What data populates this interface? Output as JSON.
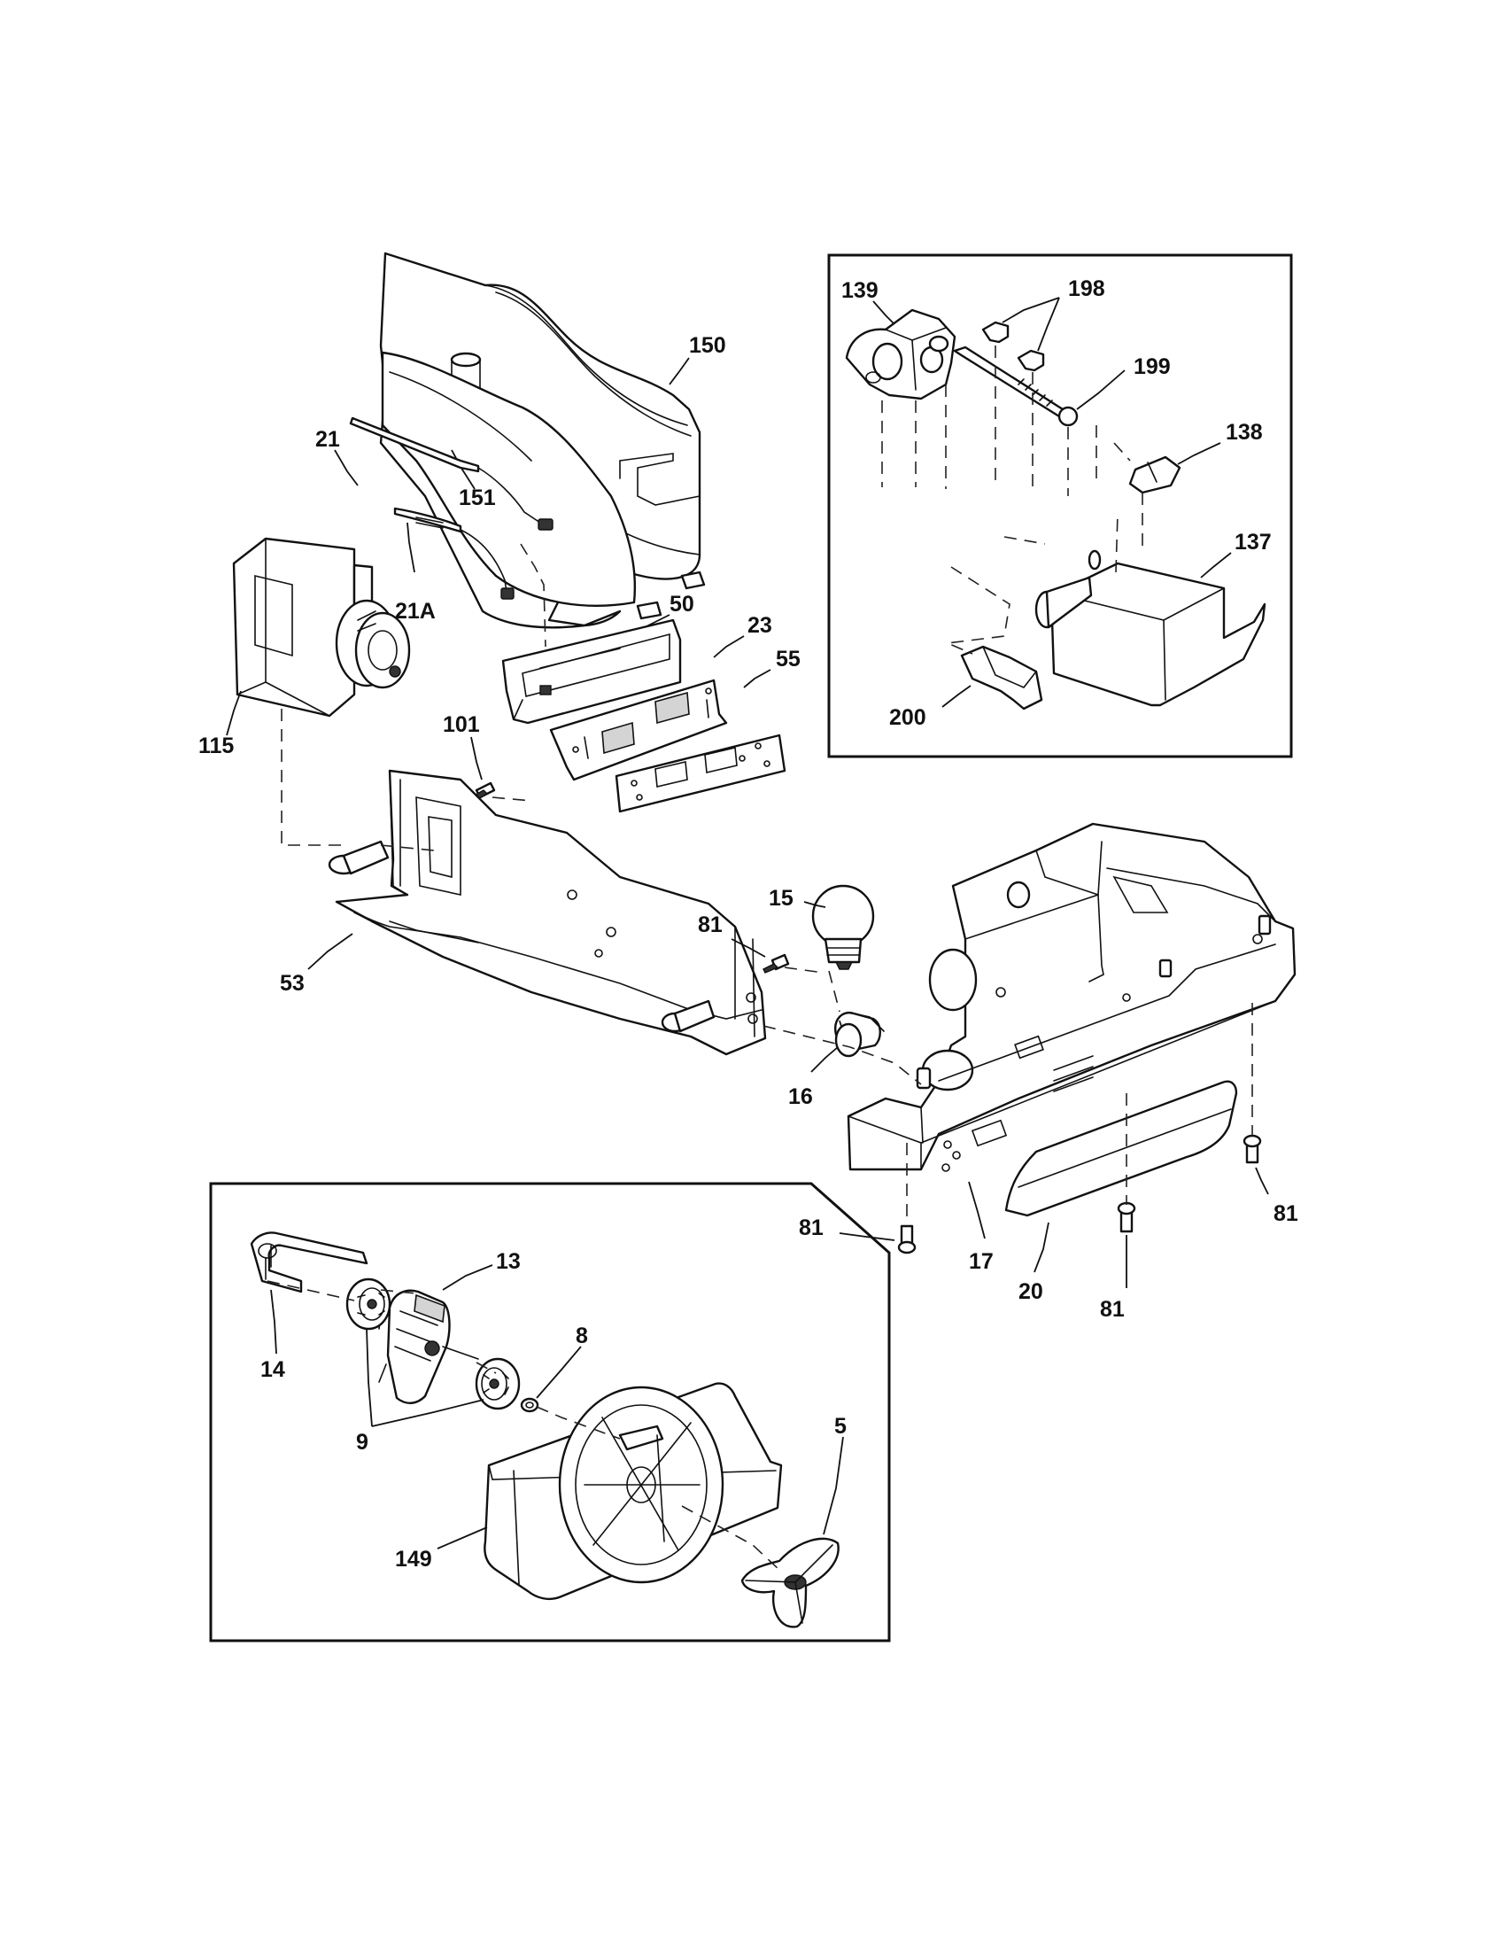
{
  "callouts": {
    "c5": "5",
    "c8": "8",
    "c9": "9",
    "c13": "13",
    "c14": "14",
    "c15": "15",
    "c16": "16",
    "c17": "17",
    "c20": "20",
    "c21": "21",
    "c21a": "21A",
    "c23": "23",
    "c50": "50",
    "c53": "53",
    "c55": "55",
    "c81_a": "81",
    "c81_b": "81",
    "c81_c": "81",
    "c81_d": "81",
    "c101": "101",
    "c115": "115",
    "c137": "137",
    "c138": "138",
    "c139": "139",
    "c149": "149",
    "c150": "150",
    "c151": "151",
    "c198": "198",
    "c199": "199",
    "c200": "200"
  }
}
